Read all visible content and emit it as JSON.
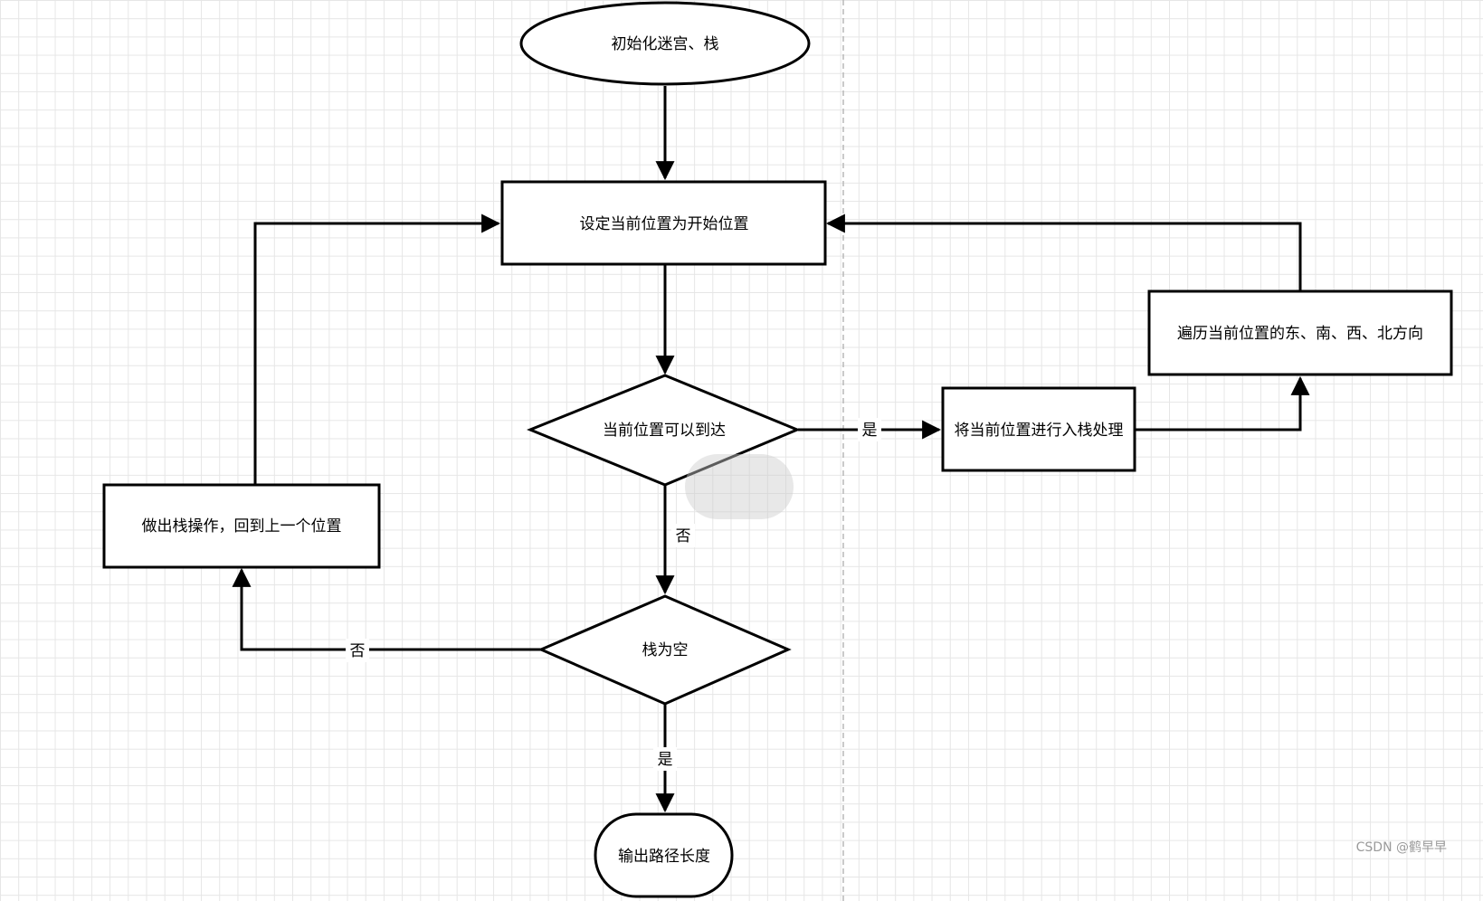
{
  "nodes": {
    "init": "初始化迷宫、栈",
    "set_start": "设定当前位置为开始位置",
    "can_reach": "当前位置可以到达",
    "push": "将当前位置进行入栈处理",
    "traverse": "遍历当前位置的东、南、西、北方向",
    "stack_empty": "栈为空",
    "pop": "做出栈操作，回到上一个位置",
    "output": "输出路径长度"
  },
  "edges": {
    "reach_yes": "是",
    "reach_no": "否",
    "empty_no": "否",
    "empty_yes": "是"
  },
  "watermark": "CSDN @鹤早早"
}
